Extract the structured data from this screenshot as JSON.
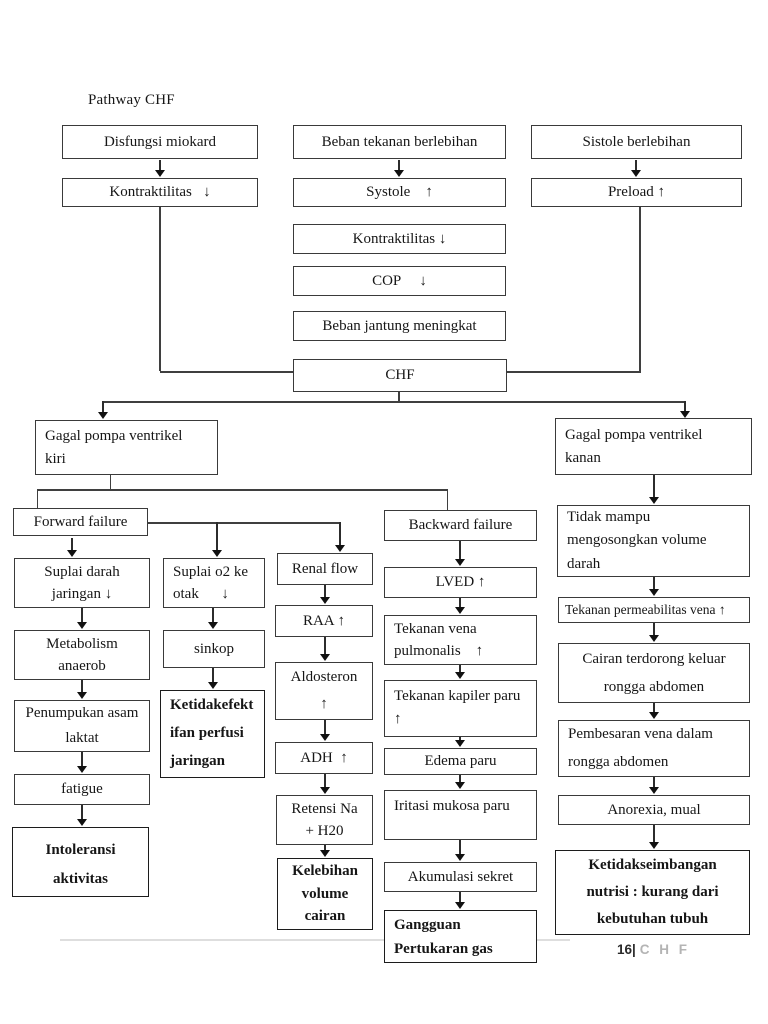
{
  "page": {
    "title": "Pathway CHF",
    "footer": {
      "page_number": "16|",
      "section": "C H F"
    }
  },
  "colors": {
    "box_border": "#3a3a3a",
    "text": "#161616",
    "footer_gray": "#b4b4b4",
    "divider_gray": "#dedede"
  },
  "nodes": {
    "disfungsi_miokard": "Disfungsi miokard",
    "beban_tekanan": "Beban tekanan berlebihan",
    "sistole_berlebihan": "Sistole berlebihan",
    "kontraktilitas_1": "Kontraktilitas   ↓",
    "systole": "Systole    ↑",
    "preload": "Preload ↑",
    "kontraktilitas_2": "Kontraktilitas ↓",
    "cop": "COP     ↓",
    "beban_jantung": "Beban jantung meningkat",
    "chf": "CHF",
    "gagal_kiri": "Gagal pompa ventrikel\nkiri",
    "gagal_kanan": "Gagal pompa ventrikel\nkanan",
    "forward_failure": "Forward failure",
    "backward_failure": "Backward failure",
    "suplai_darah": "Suplai darah\njaringan ↓",
    "metabolism_anaerob": "Metabolism\nanaerob",
    "penumpukan_asam": "Penumpukan asam\nlaktat",
    "fatigue": "fatigue",
    "intoleransi_aktivitas": "Intoleransi\naktivitas",
    "suplai_o2": "Suplai o2 ke\notak      ↓",
    "sinkop": "sinkop",
    "ketidakefektifan_perfusi": "Ketidakefekt\nifan perfusi\njaringan",
    "renal_flow": "Renal flow",
    "raa": "RAA ↑",
    "aldosteron": "Aldosteron\n↑",
    "adh": "ADH  ↑",
    "retensi_na": "Retensi Na\n+ H20",
    "kelebihan_volume": "Kelebihan\nvolume\ncairan",
    "lved": "LVED ↑",
    "tekanan_vena_pulmonalis": "Tekanan vena\npulmonalis    ↑",
    "tekanan_kapiler_paru": "Tekanan kapiler paru\n↑",
    "edema_paru": "Edema paru",
    "iritasi_mukosa": "Iritasi mukosa paru",
    "akumulasi_sekret": "Akumulasi sekret",
    "gangguan_pertukaran": "Gangguan\nPertukaran gas",
    "tidak_mampu": "Tidak mampu\nmengosongkan volume\ndarah",
    "tekanan_permeabilitas": "Tekanan permeabilitas vena ↑",
    "cairan_terdorong": "Cairan terdorong keluar\nrongga abdomen",
    "pembesaran_vena": "Pembesaran vena dalam\nrongga abdomen",
    "anorexia_mual": "Anorexia, mual",
    "ketidakseimbangan_nutrisi": "Ketidakseimbangan\nnutrisi : kurang dari\nkebutuhan tubuh"
  }
}
